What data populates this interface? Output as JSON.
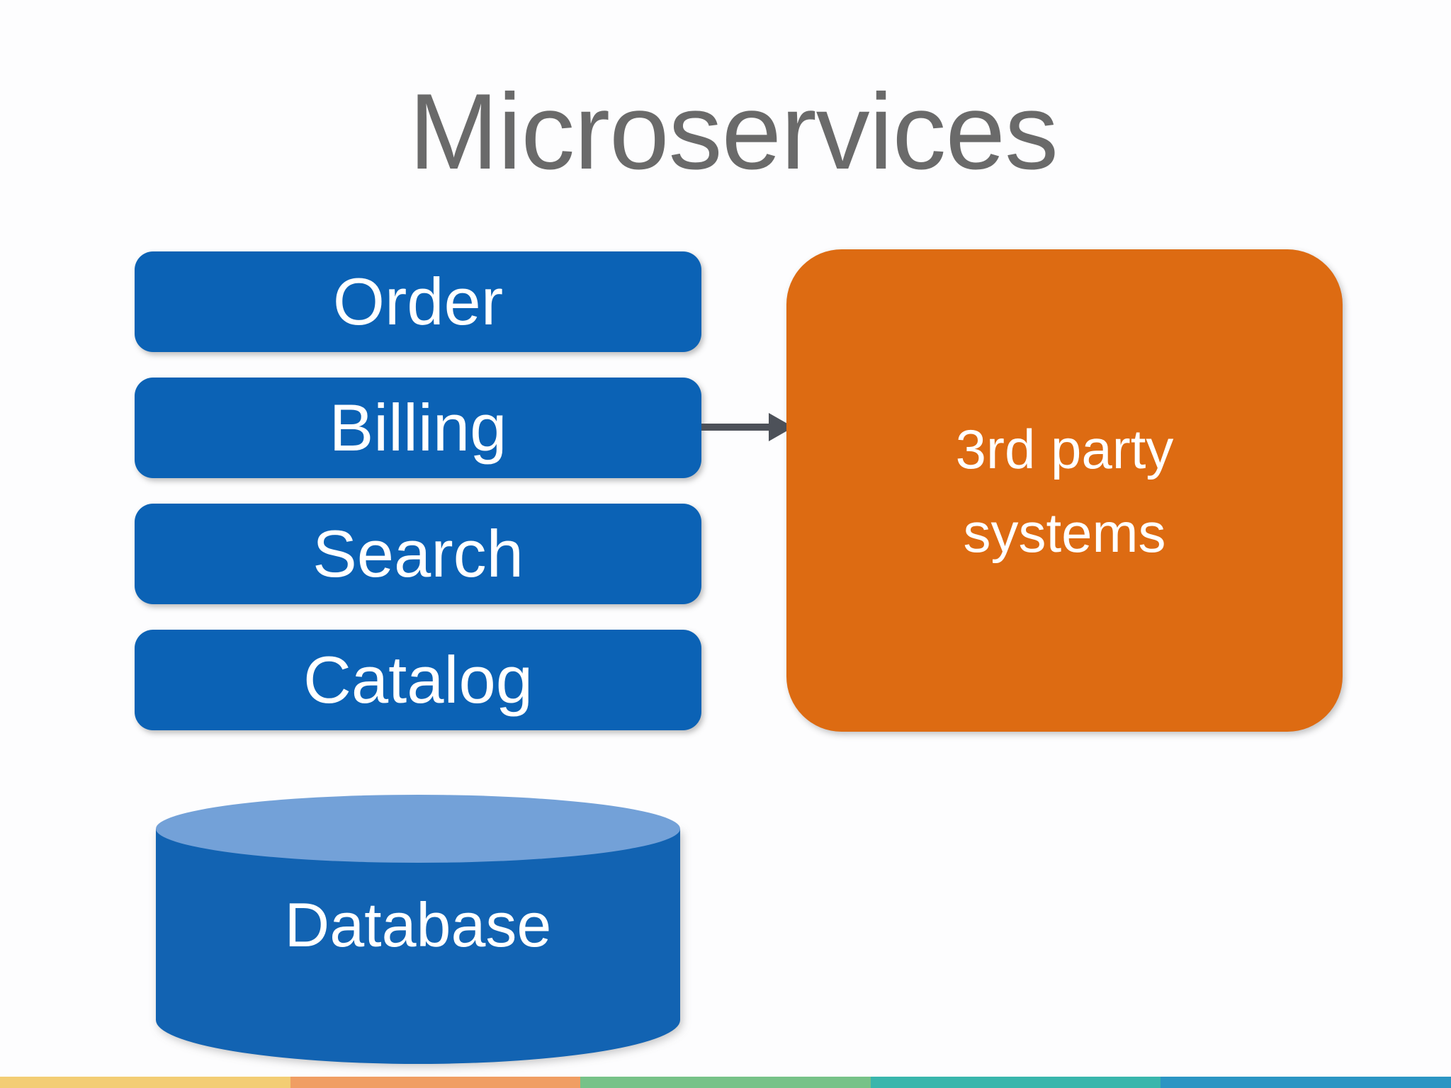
{
  "slide": {
    "title": "Microservices"
  },
  "services": [
    {
      "label": "Order"
    },
    {
      "label": "Billing"
    },
    {
      "label": "Search"
    },
    {
      "label": "Catalog"
    }
  ],
  "third_party": {
    "line1": "3rd party",
    "line2": "systems"
  },
  "database": {
    "label": "Database"
  },
  "colors": {
    "service_box": "#0b62b5",
    "third_party_box": "#dd6b12",
    "cylinder_body": "#1263b2",
    "cylinder_top": "#73a1d8",
    "title_text": "#6a6a6a",
    "arrow": "#4d5159",
    "label_text": "#ffffff"
  },
  "footer_stripe": [
    {
      "color": "#f3cd74"
    },
    {
      "color": "#f09e63"
    },
    {
      "color": "#77c288"
    },
    {
      "color": "#39b6ac"
    },
    {
      "color": "#2b95c3"
    }
  ]
}
